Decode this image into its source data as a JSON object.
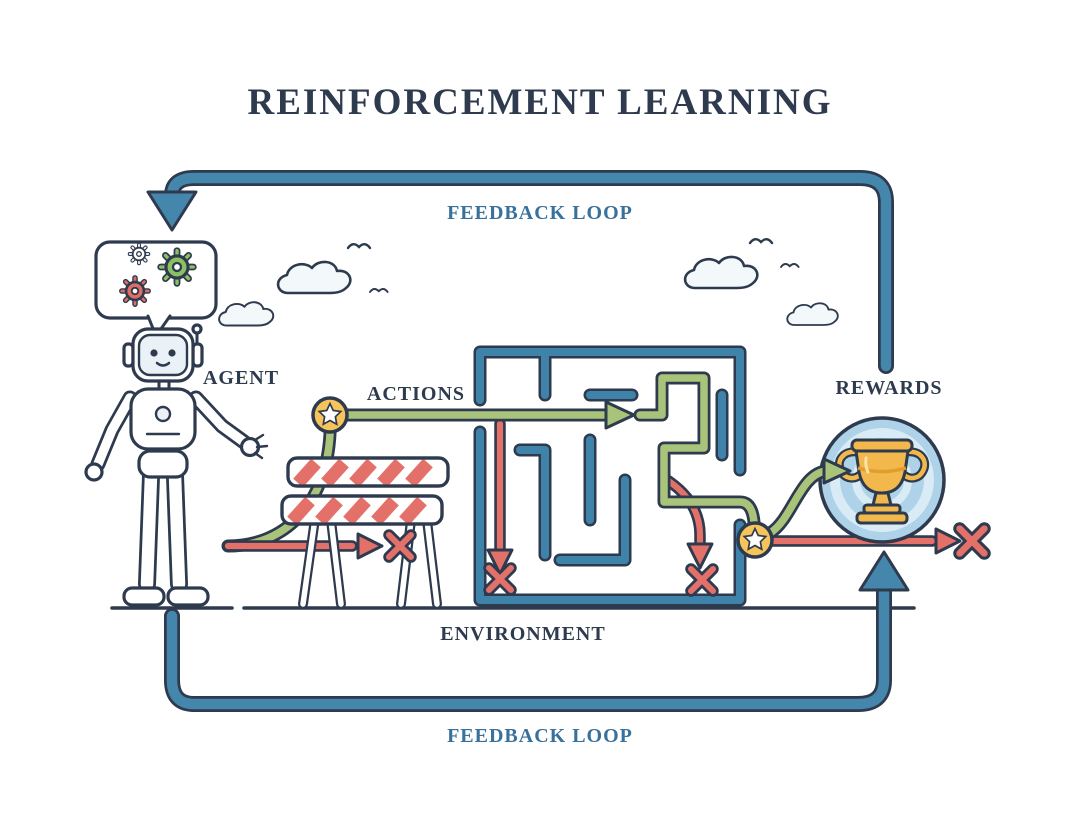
{
  "title": "REINFORCEMENT LEARNING",
  "labels": {
    "feedback_loop_top": "FEEDBACK LOOP",
    "feedback_loop_bottom": "FEEDBACK LOOP",
    "agent": "AGENT",
    "actions": "ACTIONS",
    "rewards": "REWARDS",
    "environment": "ENVIRONMENT"
  },
  "icons": {
    "agent_robot": "robot",
    "speech_bubble_gears": "gears",
    "cloud": "cloud",
    "bird": "bird",
    "star_badge": "star",
    "barrier": "construction-barrier",
    "cross_fail": "x-mark",
    "trophy_reward": "trophy",
    "maze": "maze"
  },
  "colors": {
    "ink": "#2e3a4e",
    "loop_blue": "#4586ad",
    "label_blue": "#38719b",
    "maze_blue": "#3f82aa",
    "path_green": "#a9c47a",
    "path_red": "#e4706a",
    "star_yellow": "#f7c45c",
    "trophy_gold": "#f2b84b",
    "gear_green": "#8dc063",
    "gear_red": "#e06c66",
    "cloud_fill": "#f3f8fb",
    "shade": "#eaf1f7",
    "reward_circle": "#aed2e8",
    "reward_ring": "#d9ebf5"
  }
}
